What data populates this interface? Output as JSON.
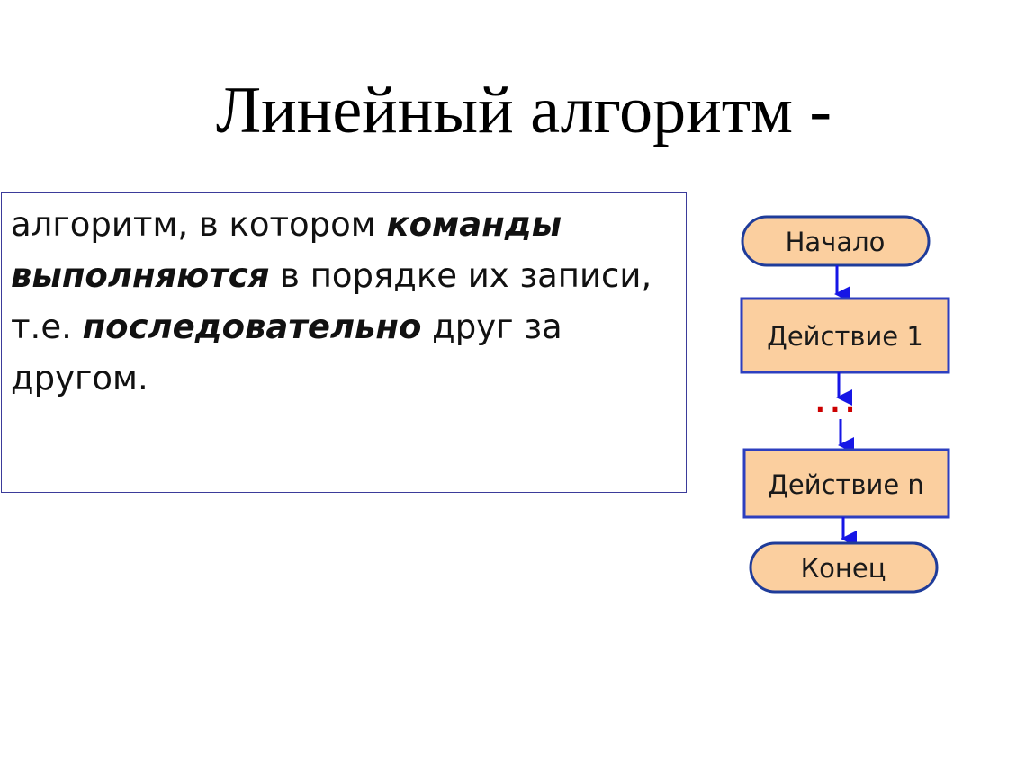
{
  "title": "Линейный алгоритм -",
  "definition": {
    "part1": "алгоритм, в котором ",
    "em1": "команды выполняются",
    "part2": " в порядке их записи, т.е. ",
    "em2": "последовательно",
    "part3": " друг за другом."
  },
  "flowchart": {
    "start_label": "Начало",
    "action1_label": "Действие 1",
    "ellipsis": "...",
    "actionN_label": "Действие n",
    "end_label": "Конец"
  },
  "colors": {
    "node_fill": "#fbcf9f",
    "terminal_stroke": "#1f3c9a",
    "process_stroke": "#2d3fbf",
    "arrow": "#1616e6",
    "ellipsis": "#cc0000"
  }
}
